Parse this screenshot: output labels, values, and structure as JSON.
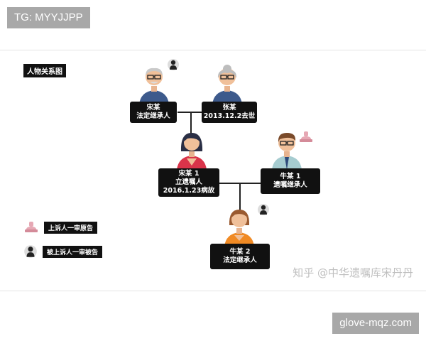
{
  "overlay": {
    "tg_tag": "TG: MYYJJPP",
    "site_tag": "glove-mqz.com"
  },
  "diagram": {
    "title": "人物关系图",
    "nodes": {
      "song": {
        "name": "宋某",
        "role": "法定继承人"
      },
      "zhang": {
        "name": "张某",
        "role": "2013.12.2去世"
      },
      "song1": {
        "name": "宋某 1",
        "line2": "立遗嘱人",
        "line3": "2016.1.23病故"
      },
      "niu1": {
        "name": "牛某 1",
        "role": "遗嘱继承人"
      },
      "niu2": {
        "name": "牛某 2",
        "role": "法定继承人"
      }
    },
    "legend": {
      "appellant": "上诉人一审原告",
      "appellee": "被上诉人一审被告"
    },
    "watermark": "知乎 @中华遗嘱库宋丹丹"
  },
  "colors": {
    "card_bg": "#111111",
    "line": "#222222",
    "appellant_icon": "#e6a8b4",
    "appellee_icon": "#333333",
    "watermark": "#bfbfbf"
  },
  "icons": {
    "appellant": "pink-stamp-icon",
    "appellee": "dark-bust-icon"
  }
}
